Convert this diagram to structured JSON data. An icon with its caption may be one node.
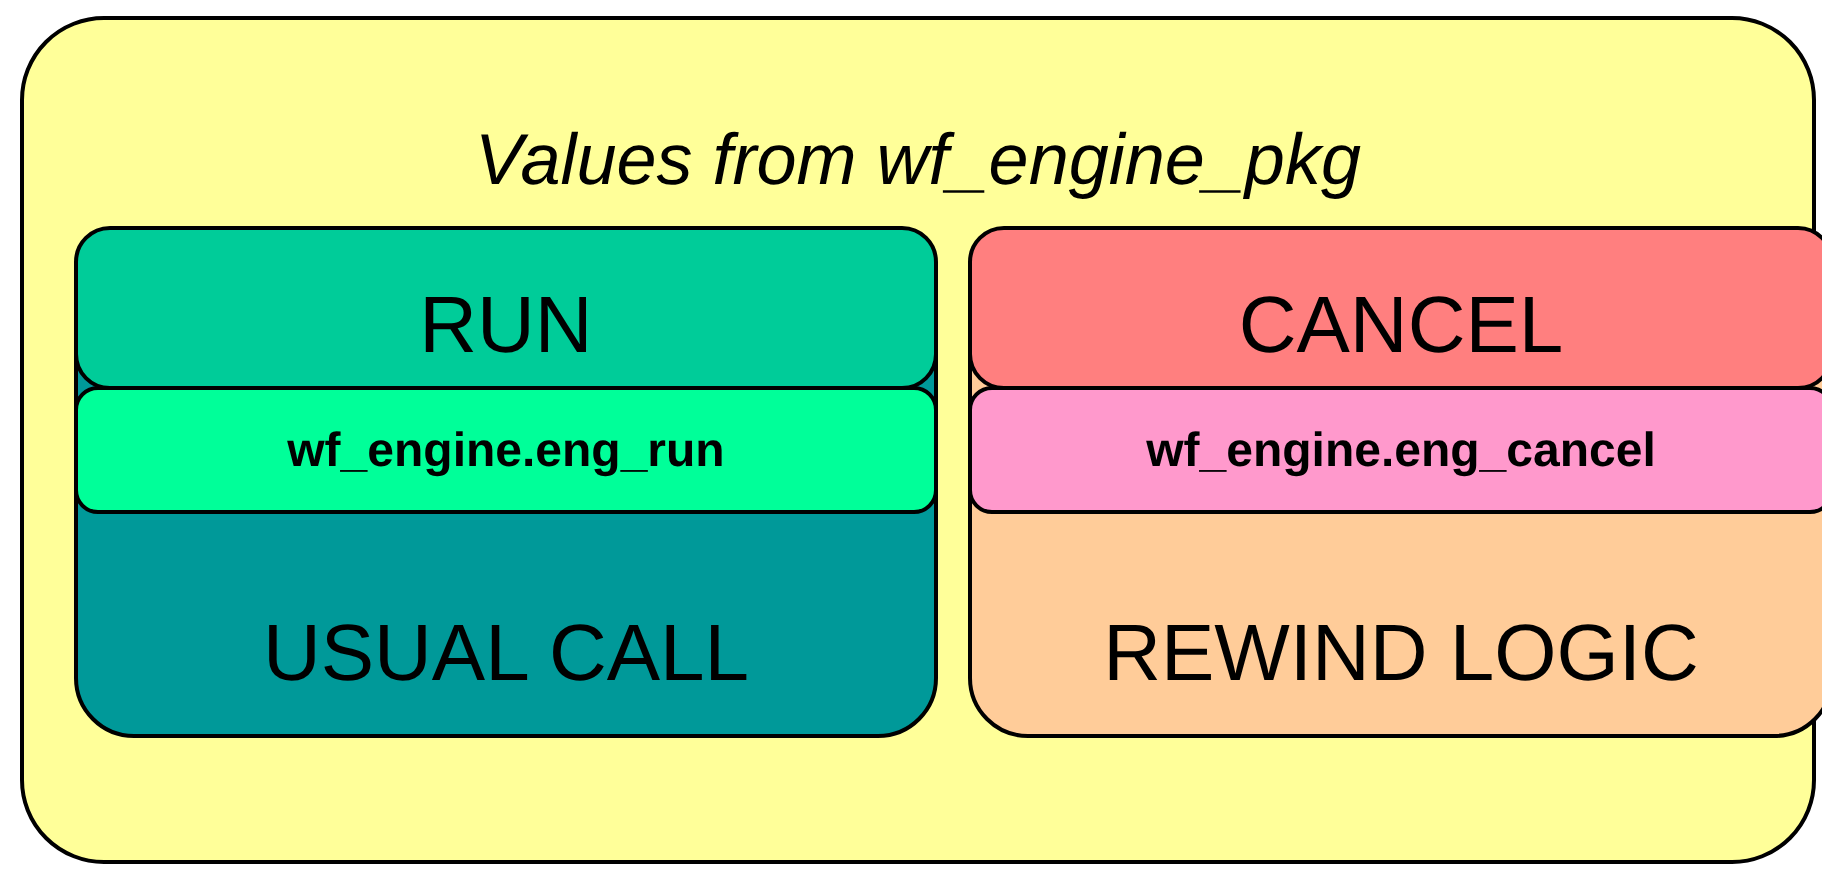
{
  "diagram": {
    "nodes": [
      {
        "text": [
          "Values from wf_engine_pkg"
        ]
      },
      {
        "text": [
          "USUAL CALL"
        ],
        "in": 0
      },
      {
        "text": [
          "RUN"
        ],
        "in": 1
      },
      {
        "text": [
          "wf_engine.eng_run"
        ],
        "in": 1
      },
      {
        "text": [
          "REWIND LOGIC"
        ],
        "in": 0
      },
      {
        "text": [
          "CANCEL"
        ],
        "in": 4
      },
      {
        "text": [
          "wf_engine.eng_cancel"
        ],
        "in": 4
      }
    ],
    "edges": []
  }
}
